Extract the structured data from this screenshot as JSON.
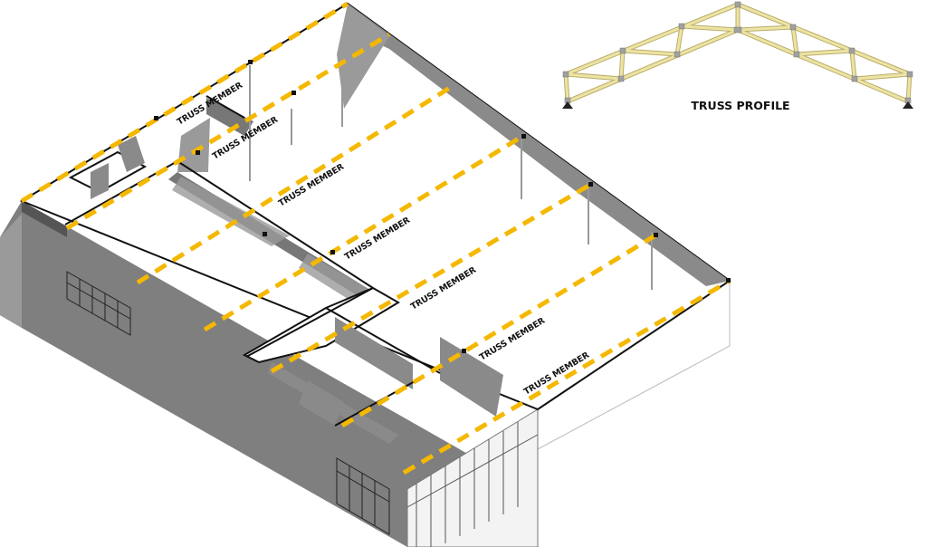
{
  "diagram": {
    "type": "isometric building truss layout",
    "colors": {
      "truss_dash": "#f5b800",
      "wall_shadow": "#8a8a8a",
      "wall_dark": "#6e6e6e",
      "outline": "#111111",
      "truss_wood": "#ede3a3",
      "truss_wood_edge": "#b9ad6a",
      "truss_joint": "#9a9a9a",
      "background": "#ffffff"
    },
    "truss_labels": [
      {
        "id": "truss-1",
        "text": "TRUSS MEMBER"
      },
      {
        "id": "truss-2",
        "text": "TRUSS MEMBER"
      },
      {
        "id": "truss-3",
        "text": "TRUSS MEMBER"
      },
      {
        "id": "truss-4",
        "text": "TRUSS MEMBER"
      },
      {
        "id": "truss-5",
        "text": "TRUSS MEMBER"
      },
      {
        "id": "truss-6",
        "text": "TRUSS MEMBER"
      },
      {
        "id": "truss-7",
        "text": "TRUSS MEMBER"
      }
    ],
    "inset": {
      "title": "TRUSS PROFILE"
    }
  }
}
